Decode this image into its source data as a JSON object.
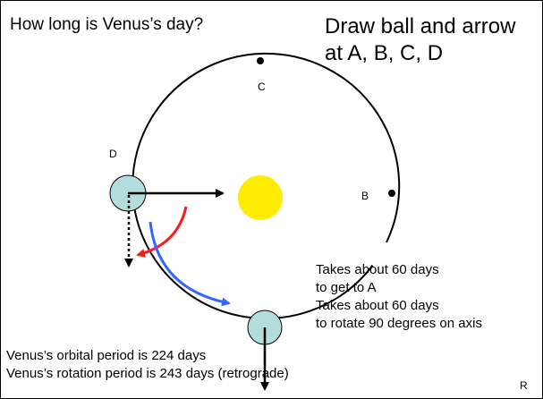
{
  "title": "How long is Venus’s day?",
  "instruction": [
    "Draw ball and arrow",
    "at A, B, C, D"
  ],
  "orbit_points": {
    "c": "C",
    "d": "D",
    "b": "B"
  },
  "timing_note": [
    "Takes about 60 days",
    "to get to A",
    "Takes about 60 days",
    "to rotate 90 degrees on axis"
  ],
  "periods": [
    "Venus’s orbital period is 224 days",
    "Venus’s rotation period is 243 days (retrograde)"
  ],
  "corner_mark": "R",
  "colors": {
    "sun": "#ffec00",
    "planet_fill": "#b3dcdc",
    "rotation_arrow": "#ff1a1a",
    "orbit_arrow": "#3366ff",
    "ink": "#000000"
  },
  "icons": [
    "sun-icon",
    "venus-ball-icon",
    "orbit-dot-icon"
  ]
}
